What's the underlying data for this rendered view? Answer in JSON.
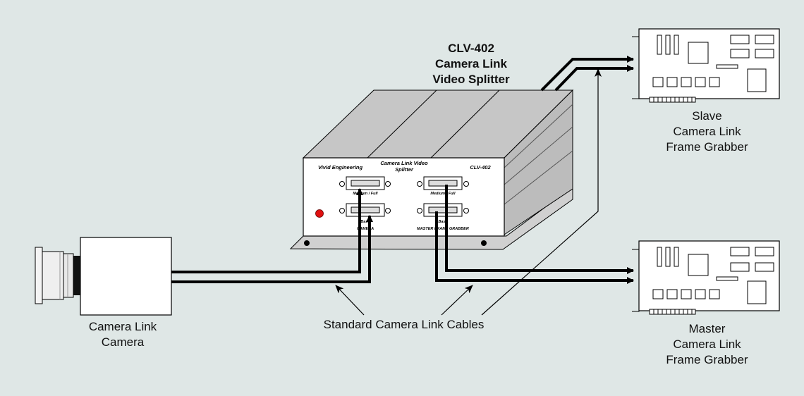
{
  "title": {
    "line1": "CLV-402",
    "line2": "Camera Link",
    "line3": "Video Splitter"
  },
  "device": {
    "brand": "Vivid Engineering",
    "product_name_line1": "Camera Link Video",
    "product_name_line2": "Splitter",
    "model": "CLV-402",
    "port_top_left_label": "Medium / Full",
    "port_top_right_label": "Medium / Full",
    "port_bottom_left_label_line1": "Base",
    "port_bottom_left_label_line2": "CAMERA",
    "port_bottom_right_label_line1": "Base",
    "port_bottom_right_label_line2": "MASTER FRAME GRABBER",
    "led_color": "#e01010"
  },
  "camera": {
    "line1": "Camera Link",
    "line2": "Camera"
  },
  "slave": {
    "line1": "Slave",
    "line2": "Camera Link",
    "line3": "Frame Grabber"
  },
  "master": {
    "line1": "Master",
    "line2": "Camera Link",
    "line3": "Frame Grabber"
  },
  "cables_label": "Standard Camera Link Cables",
  "colors": {
    "background": "#dfe7e6",
    "device_body": "#c8c8c8",
    "cable": "#000000"
  }
}
